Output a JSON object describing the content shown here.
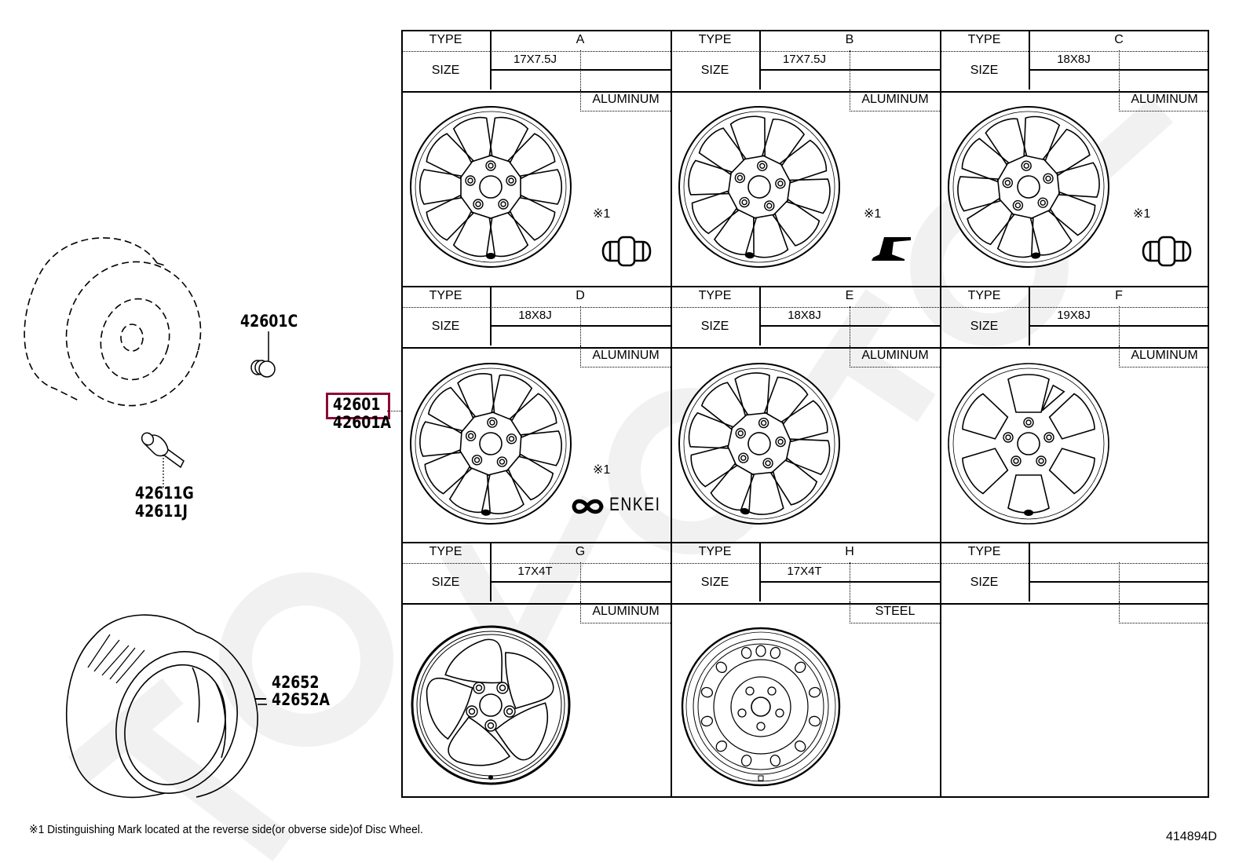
{
  "diagram": {
    "title_ref": "414894D",
    "footnote": "※1 Distinguishing Mark located at the reverse side(or obverse side)of Disc Wheel.",
    "highlight_color": "#8b0a3a",
    "parts": {
      "wheel_ref": "42601",
      "wheel_ref_alt": "42601A",
      "ornament": "42601C",
      "valve_1": "42611G",
      "valve_2": "42611J",
      "tire_1": "42652",
      "tire_2": "42652A"
    },
    "labels": {
      "type": "TYPE",
      "size": "SIZE",
      "mark": "※1",
      "enkei": "ENKEI"
    },
    "wheels": [
      {
        "type": "A",
        "size": "17X7.5J",
        "material": "ALUMINUM",
        "mark": "※1",
        "mark_symbol": "double-lobe"
      },
      {
        "type": "B",
        "size": "17X7.5J",
        "material": "ALUMINUM",
        "mark": "※1",
        "mark_symbol": "step-glyph"
      },
      {
        "type": "C",
        "size": "18X8J",
        "material": "ALUMINUM",
        "mark": "※1",
        "mark_symbol": "double-lobe"
      },
      {
        "type": "D",
        "size": "18X8J",
        "material": "ALUMINUM",
        "mark": "※1",
        "mark_symbol": "enkei-logo"
      },
      {
        "type": "E",
        "size": "18X8J",
        "material": "ALUMINUM",
        "mark": "",
        "mark_symbol": ""
      },
      {
        "type": "F",
        "size": "19X8J",
        "material": "ALUMINUM",
        "mark": "",
        "mark_symbol": ""
      },
      {
        "type": "G",
        "size": "17X4T",
        "material": "ALUMINUM",
        "mark": "",
        "mark_symbol": ""
      },
      {
        "type": "H",
        "size": "17X4T",
        "material": "STEEL",
        "mark": "",
        "mark_symbol": ""
      },
      {
        "type": "",
        "size": "",
        "material": "",
        "mark": "",
        "mark_symbol": ""
      }
    ]
  }
}
